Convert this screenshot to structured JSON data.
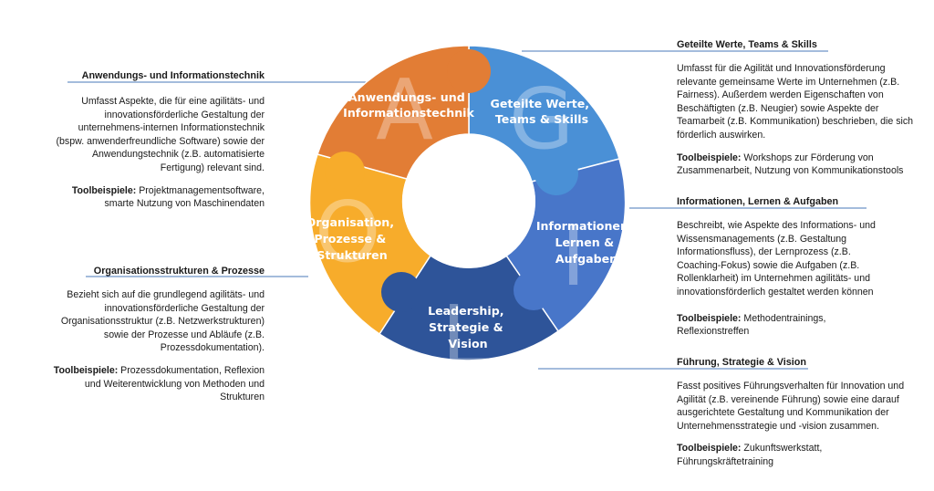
{
  "segments": [
    {
      "key": "A",
      "letter": "A",
      "label_lines": [
        "Anwendungs- und",
        "Informationstechnik"
      ],
      "color": "#e27d35"
    },
    {
      "key": "G",
      "letter": "G",
      "label_lines": [
        "Geteilte Werte,",
        "Teams & Skills"
      ],
      "color": "#4a90d6"
    },
    {
      "key": "I",
      "letter": "I",
      "label_lines": [
        "Informationen,",
        "Lernen &",
        "Aufgaben"
      ],
      "color": "#4876c9"
    },
    {
      "key": "L",
      "letter": "L",
      "label_lines": [
        "Leadership,",
        "Strategie &",
        "Vision"
      ],
      "color": "#2e5499"
    },
    {
      "key": "O",
      "letter": "O",
      "label_lines": [
        "Organisation,",
        "Prozesse &",
        "Strukturen"
      ],
      "color": "#f7ac2b"
    }
  ],
  "blocks": {
    "anwendung": {
      "title": "Anwendungs- und Informationstechnik",
      "body": "Umfasst Aspekte, die für eine agilitäts- und innovationsförderliche Gestaltung der unternehmens-internen Informationstechnik (bspw. anwenderfreundliche Software) sowie der Anwendungstechnik (z.B. automatisierte Fertigung) relevant sind.",
      "tools_label": "Toolbeispiele:",
      "tools": " Projektmanagementsoftware, smarte Nutzung von Maschinendaten"
    },
    "organisation": {
      "title": "Organisationsstrukturen & Prozesse",
      "body": "Bezieht sich auf die grundlegend agilitäts- und innovationsförderliche Gestaltung der Organisationsstruktur (z.B. Netzwerkstrukturen) sowie der Prozesse und Abläufe (z.B. Prozessdokumentation).",
      "tools_label": "Toolbeispiele:",
      "tools": " Prozessdokumentation, Reflexion und Weiterentwicklung von Methoden und Strukturen"
    },
    "geteilt": {
      "title": "Geteilte Werte, Teams & Skills",
      "body": "Umfasst für die Agilität und Innovationsförderung relevante gemeinsame Werte im Unternehmen (z.B. Fairness). Außerdem werden Eigenschaften von Beschäftigten (z.B. Neugier) sowie Aspekte der Teamarbeit (z.B. Kommunikation) beschrieben, die sich förderlich auswirken.",
      "tools_label": "Toolbeispiele:",
      "tools": "  Workshops zur Förderung von Zusammenarbeit, Nutzung von Kommunikationstools"
    },
    "informationen": {
      "title": "Informationen, Lernen & Aufgaben",
      "body": "Beschreibt, wie Aspekte des Informations- und Wissensmanagements (z.B. Gestaltung Informationsfluss), der Lernprozess (z.B. Coaching-Fokus) sowie die Aufgaben (z.B. Rollenklarheit) im Unternehmen agilitäts- und innovationsförderlich gestaltet werden können",
      "tools_label": "Toolbeispiele:",
      "tools": "  Methodentrainings, Reflexionstreffen"
    },
    "fuehrung": {
      "title": "Führung, Strategie & Vision",
      "body": "Fasst positives Führungsverhalten für Innovation und Agilität (z.B. vereinende Führung) sowie eine darauf ausgerichtete Gestaltung und Kommunikation der Unternehmensstrategie und -vision zusammen.",
      "tools_label": "Toolbeispiele:",
      "tools": " Zukunftswerkstatt, Führungskräftetraining"
    }
  }
}
